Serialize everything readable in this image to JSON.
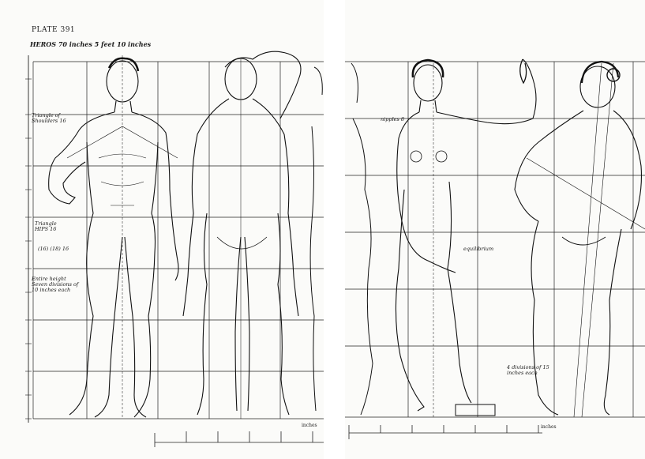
{
  "left_page": {
    "plate_title": "PLATE 391",
    "subtitle": "HEROS  70 inches  5 feet 10 inches",
    "annotations": {
      "triangle_shoulders": "Triangle of Shoulders 16",
      "triangle_hips": "Triangle HIPS 16",
      "ratio_note": "(16) (18) 16",
      "entire_height": "Entire height Seven divisions of 10 inches each"
    },
    "scale_end_label": "inches"
  },
  "right_page": {
    "annotations": {
      "nipples": "nipples 8",
      "equilibrium": "equilibrium",
      "divisions": "4 divisions of 15 inches each"
    },
    "scale_end_label": "inches"
  }
}
